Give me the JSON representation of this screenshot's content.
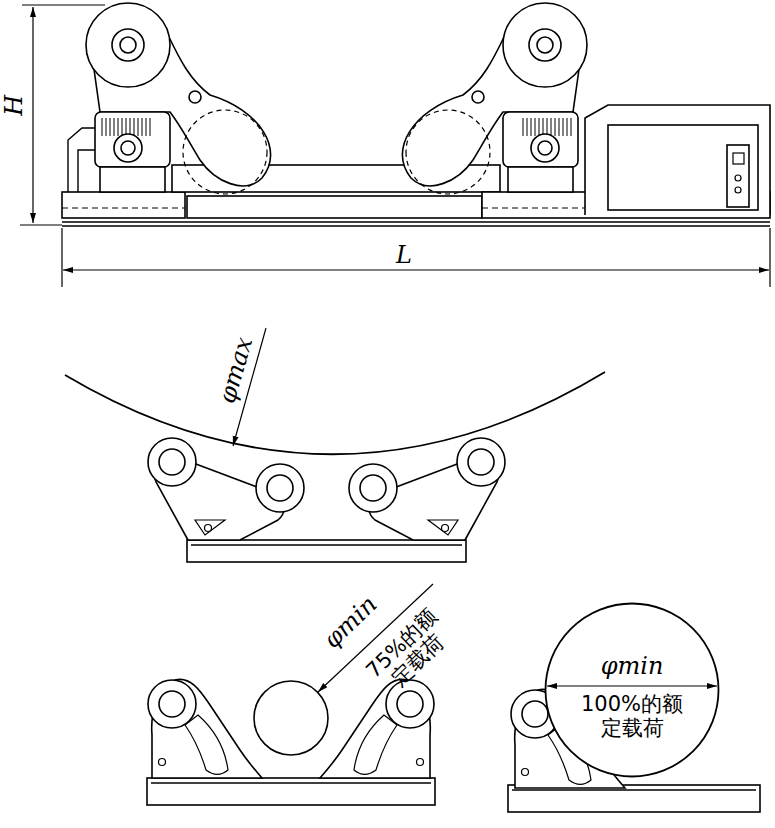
{
  "diagram": {
    "nodes": [
      {
        "text": [
          "φmin",
          "100%的额定载荷"
        ]
      }
    ],
    "labels": [
      "H",
      "L",
      "φmax",
      "φmin",
      "75%的额定载荷"
    ]
  }
}
